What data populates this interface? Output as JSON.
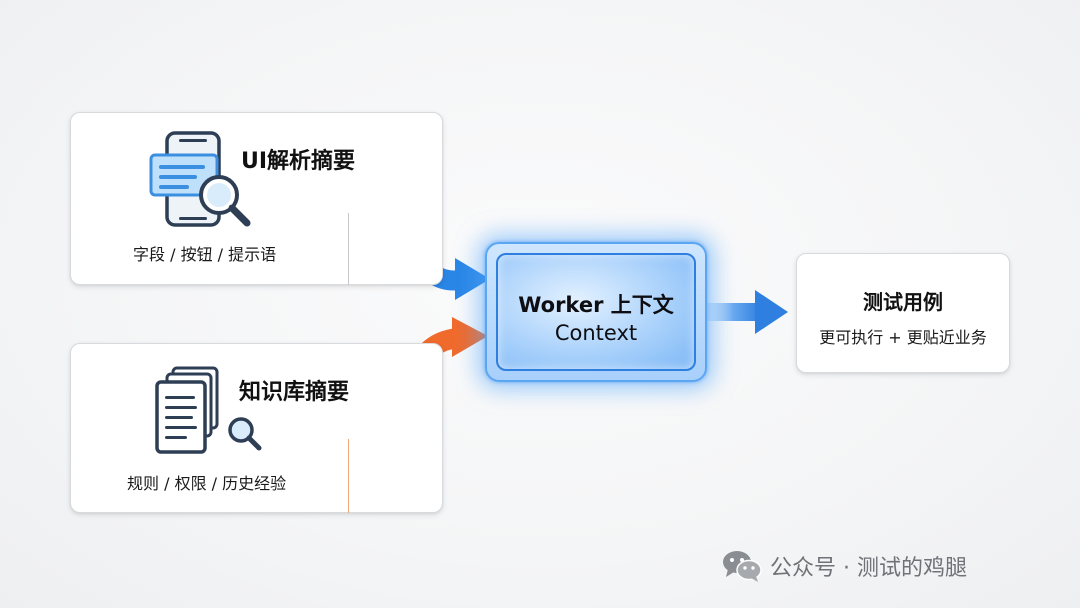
{
  "ui_card": {
    "title": "UI解析摘要",
    "subtitle": "字段 / 按钮 / 提示语",
    "icon": "phone-magnifier-icon",
    "arrow_color": "#2a86e6"
  },
  "kb_card": {
    "title": "知识库摘要",
    "subtitle": "规则 / 权限 / 历史经验",
    "icon": "documents-magnifier-icon",
    "arrow_color": "#f06a2c"
  },
  "context_box": {
    "title": "Worker 上下文",
    "subtitle": "Context",
    "accent": "#3b8ff0"
  },
  "output_card": {
    "title": "测试用例",
    "subtitle": "更可执行 + 更贴近业务"
  },
  "watermark": {
    "text": "公众号 · 测试的鸡腿",
    "icon": "wechat-icon"
  }
}
